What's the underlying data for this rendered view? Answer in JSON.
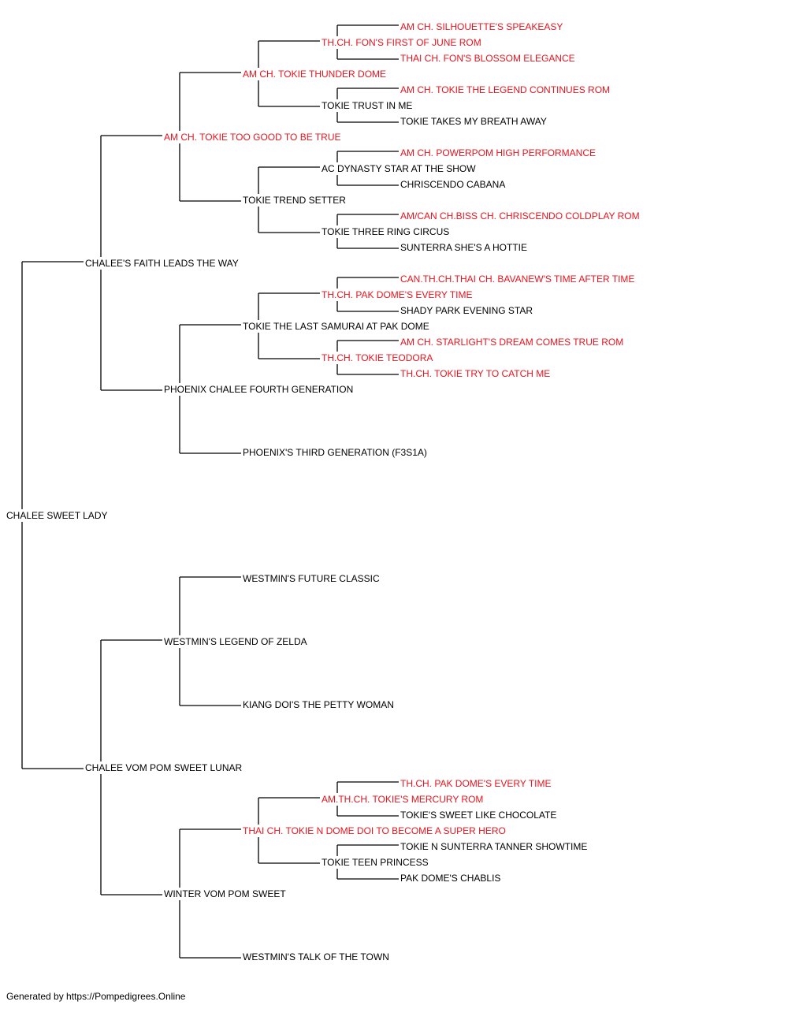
{
  "colors": {
    "champion": "#e8141e",
    "normal": "#000000",
    "line": "#000000"
  },
  "pedigree": {
    "name": "CHALEE SWEET LADY",
    "champion": false,
    "sire": {
      "name": "CHALEE'S FAITH LEADS THE WAY",
      "champion": false,
      "sire": {
        "name": "AM CH. TOKIE TOO GOOD TO BE TRUE",
        "champion": true,
        "sire": {
          "name": "AM CH. TOKIE THUNDER DOME",
          "champion": true,
          "sire": {
            "name": "TH.CH. FON'S FIRST OF JUNE ROM",
            "champion": true,
            "sire": {
              "name": "AM CH. SILHOUETTE'S SPEAKEASY",
              "champion": true
            },
            "dam": {
              "name": "THAI CH. FON'S BLOSSOM ELEGANCE",
              "champion": true
            }
          },
          "dam": {
            "name": "TOKIE TRUST IN ME",
            "champion": false,
            "sire": {
              "name": "AM CH. TOKIE THE LEGEND CONTINUES ROM",
              "champion": true
            },
            "dam": {
              "name": "TOKIE TAKES MY BREATH AWAY",
              "champion": false
            }
          }
        },
        "dam": {
          "name": "TOKIE TREND SETTER",
          "champion": false,
          "sire": {
            "name": "AC DYNASTY STAR AT THE SHOW",
            "champion": false,
            "sire": {
              "name": "AM CH. POWERPOM HIGH PERFORMANCE",
              "champion": true
            },
            "dam": {
              "name": "CHRISCENDO CABANA",
              "champion": false
            }
          },
          "dam": {
            "name": "TOKIE THREE RING CIRCUS",
            "champion": false,
            "sire": {
              "name": "AM/CAN CH.BISS CH. CHRISCENDO COLDPLAY ROM",
              "champion": true
            },
            "dam": {
              "name": "SUNTERRA SHE'S A HOTTIE",
              "champion": false
            }
          }
        }
      },
      "dam": {
        "name": "PHOENIX CHALEE FOURTH GENERATION",
        "champion": false,
        "sire": {
          "name": "TOKIE THE LAST SAMURAI AT PAK DOME",
          "champion": false,
          "sire": {
            "name": "TH.CH. PAK DOME'S EVERY TIME",
            "champion": true,
            "sire": {
              "name": "CAN.TH.CH.THAI CH. BAVANEW'S TIME AFTER TIME",
              "champion": true
            },
            "dam": {
              "name": "SHADY PARK EVENING STAR",
              "champion": false
            }
          },
          "dam": {
            "name": "TH.CH. TOKIE TEODORA",
            "champion": true,
            "sire": {
              "name": "AM CH. STARLIGHT'S DREAM COMES TRUE ROM",
              "champion": true
            },
            "dam": {
              "name": "TH.CH. TOKIE TRY TO CATCH ME",
              "champion": true
            }
          }
        },
        "dam": {
          "name": "PHOENIX'S THIRD GENERATION (F3S1A)",
          "champion": false
        }
      }
    },
    "dam": {
      "name": "CHALEE VOM POM SWEET LUNAR",
      "champion": false,
      "sire": {
        "name": "WESTMIN'S LEGEND OF ZELDA",
        "champion": false,
        "sire": {
          "name": "WESTMIN'S FUTURE CLASSIC",
          "champion": false
        },
        "dam": {
          "name": "KIANG DOI'S THE PETTY WOMAN",
          "champion": false
        }
      },
      "dam": {
        "name": "WINTER VOM POM SWEET",
        "champion": false,
        "sire": {
          "name": "THAI CH. TOKIE N DOME DOI TO BECOME A SUPER HERO",
          "champion": true,
          "sire": {
            "name": "AM.TH.CH. TOKIE'S MERCURY ROM",
            "champion": true,
            "sire": {
              "name": "TH.CH. PAK DOME'S EVERY TIME",
              "champion": true
            },
            "dam": {
              "name": "TOKIE'S SWEET LIKE CHOCOLATE",
              "champion": false
            }
          },
          "dam": {
            "name": "TOKIE TEEN PRINCESS",
            "champion": false,
            "sire": {
              "name": "TOKIE N SUNTERRA TANNER SHOWTIME",
              "champion": false
            },
            "dam": {
              "name": "PAK DOME'S CHABLIS",
              "champion": false
            }
          }
        },
        "dam": {
          "name": "WESTMIN'S TALK OF THE TOWN",
          "champion": false
        }
      }
    }
  },
  "footer": "Generated by https://Pompedigrees.Online"
}
